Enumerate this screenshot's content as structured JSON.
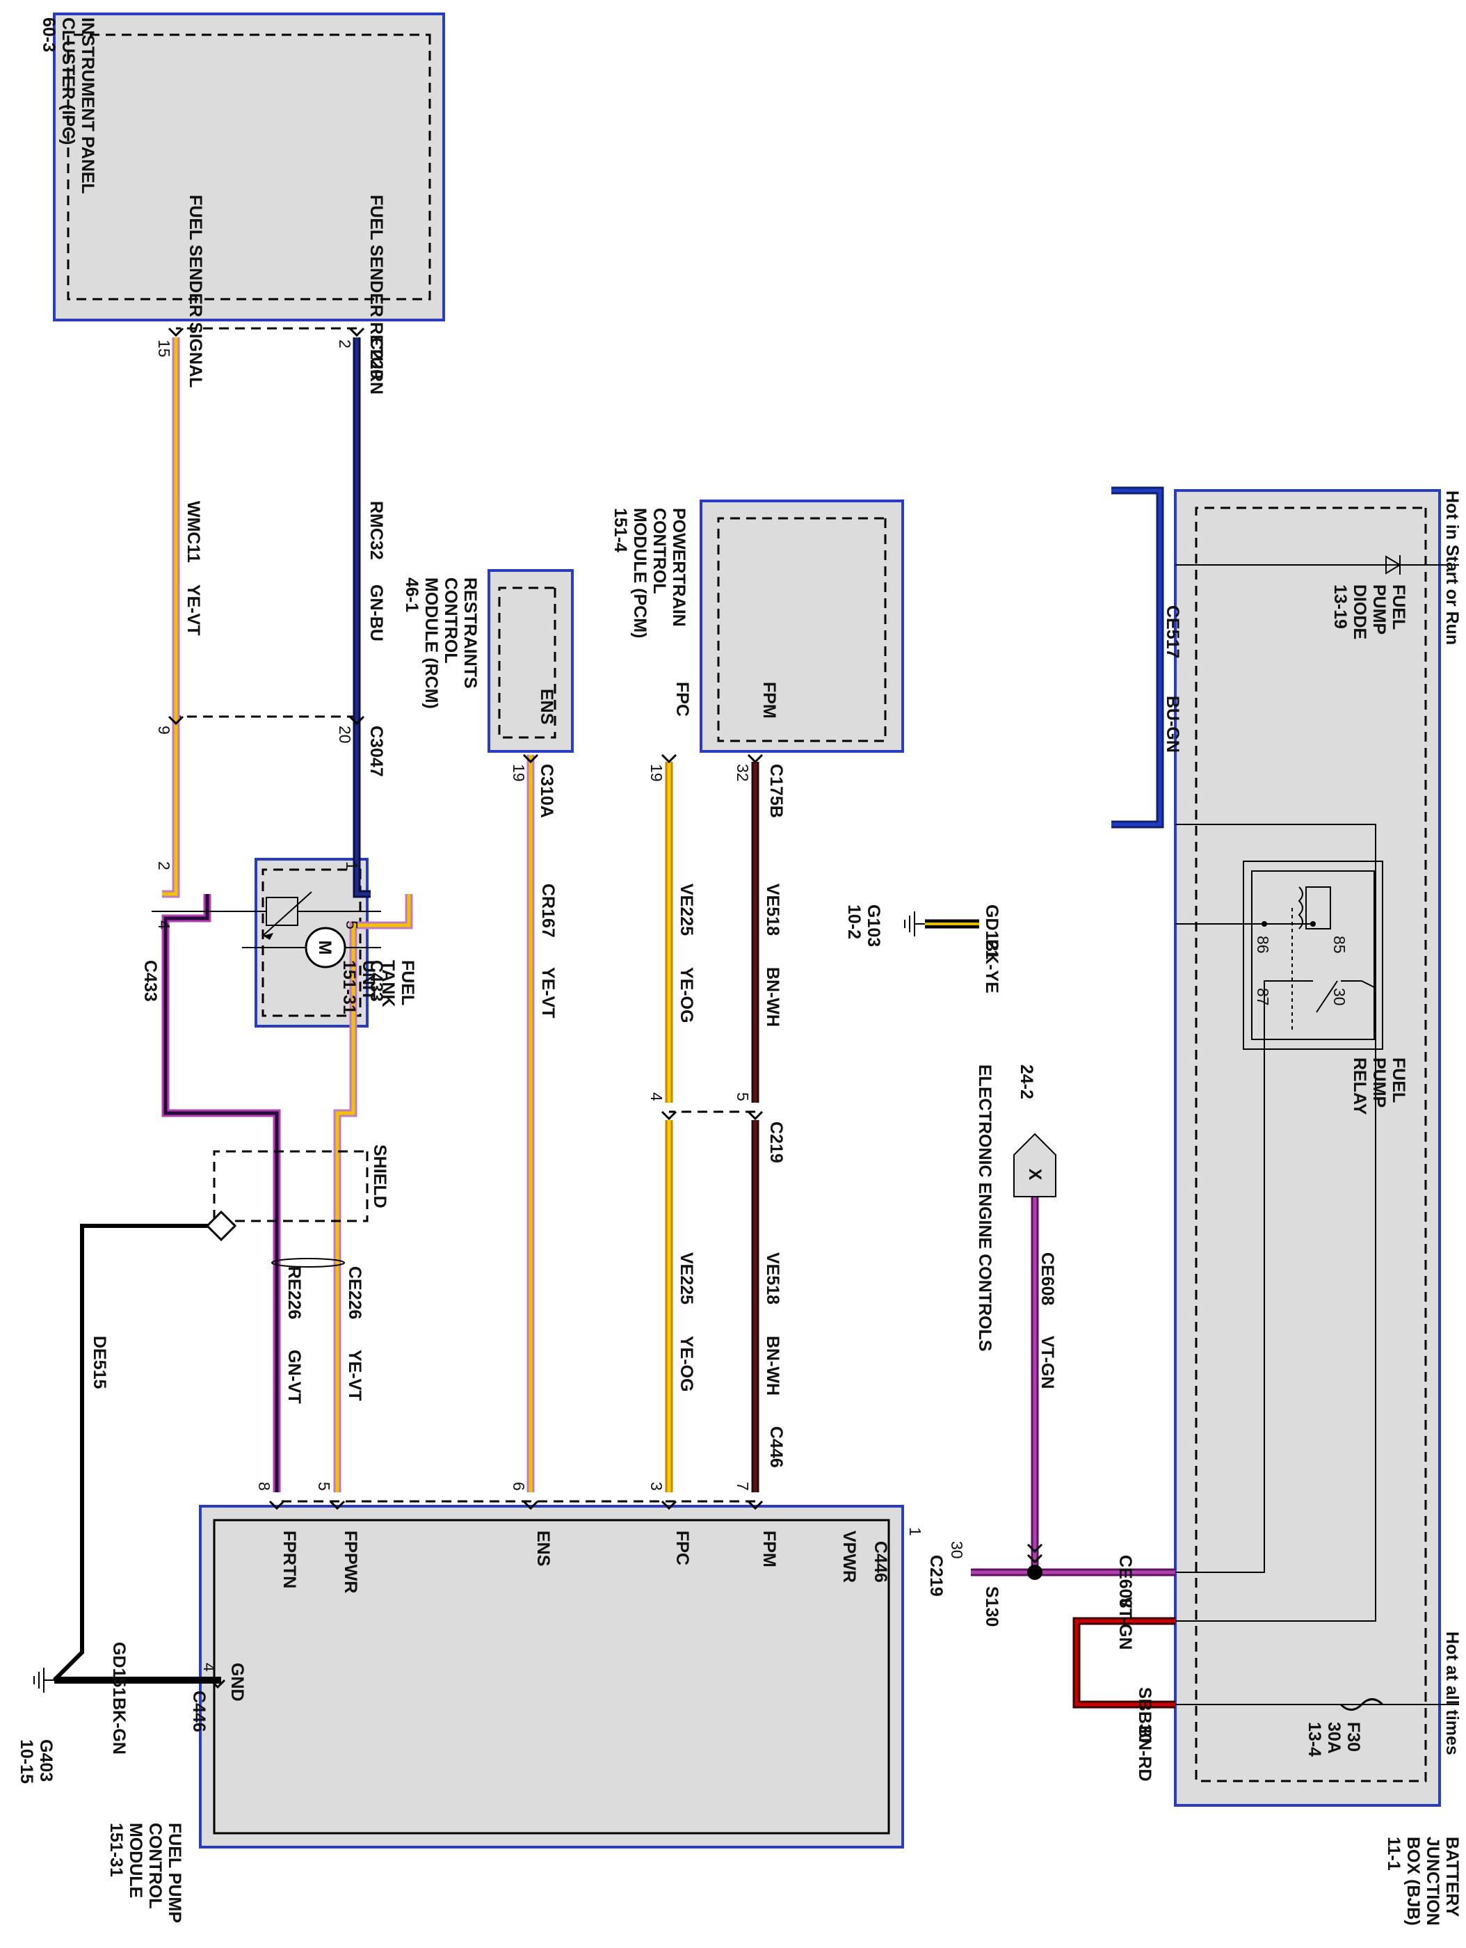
{
  "modules": {
    "ipc": {
      "lines": [
        "INSTRUMENT PANEL",
        "CLUSTER (IPC)",
        "60-3"
      ],
      "pins": [
        "FUEL SENDER RETURN",
        "FUEL SENDER SIGNAL"
      ]
    },
    "rcm": {
      "lines": [
        "RESTRAINTS",
        "CONTROL",
        "MODULE (RCM)",
        "46-1"
      ],
      "pin": "ENS"
    },
    "pcm": {
      "lines": [
        "POWERTRAIN",
        "CONTROL",
        "MODULE (PCM)",
        "151-4"
      ],
      "pins": [
        "FPM",
        "FPC"
      ]
    },
    "bjb": {
      "lines": [
        "BATTERY",
        "JUNCTION",
        "BOX (BJB)",
        "11-1"
      ],
      "hot_run": "Hot in Start or Run",
      "hot_all": "Hot at all times"
    },
    "fpcm": {
      "lines": [
        "FUEL PUMP",
        "CONTROL",
        "MODULE",
        "151-31"
      ],
      "pins": [
        "VPWR",
        "FPM",
        "FPC",
        "ENS",
        "FPPWR",
        "FPRTN",
        "GND"
      ]
    },
    "ftu": {
      "lines": [
        "FUEL",
        "TANK",
        "UNIT",
        "151-31"
      ],
      "motor": "M"
    }
  },
  "components": {
    "diode": [
      "FUEL",
      "PUMP",
      "DIODE",
      "13-19"
    ],
    "relay": [
      "FUEL",
      "PUMP",
      "RELAY"
    ],
    "relay_pins": [
      "85",
      "86",
      "87",
      "30"
    ],
    "fuse": [
      "F30",
      "30A",
      "13-4"
    ],
    "eec": {
      "symbol": "X",
      "ref": "24-2",
      "label": "ELECTRONIC ENGINE CONTROLS"
    },
    "shield": "SHIELD",
    "ground_g103": [
      "G103",
      "10-2"
    ],
    "ground_g403": [
      "G403",
      "10-15"
    ],
    "splice": "S130"
  },
  "connectors": {
    "c220": "C220",
    "c3047": "C3047",
    "c433_top": "C433",
    "c433_bot": "C433",
    "c310a": "C310A",
    "c175b": "C175B",
    "c219": "C219",
    "c446": "C446",
    "c446_vpwr": "C446",
    "c219_vpwr": "C219",
    "c446_gnd": "C446"
  },
  "pins": {
    "c220_fsr": "2",
    "c220_fss": "15",
    "c3047_rmc": "20",
    "c3047_wmc": "9",
    "c433_1": "1",
    "c433_2": "2",
    "c433_5": "5",
    "c433_4": "4",
    "c310a": "19",
    "c175b_fpm": "32",
    "c175b_fpc": "19",
    "c219_fpm": "5",
    "c219_fpc": "4",
    "c446_fpm": "7",
    "c446_fpc": "3",
    "c446_ens": "6",
    "c446_fppwr": "5",
    "c446_fprtn": "8",
    "c446_vpwr": "1",
    "c219_vpwr": "30",
    "c446_gnd": "4"
  },
  "wires": {
    "rmc32": {
      "circuit": "RMC32",
      "color": "GN-BU",
      "c1": "#1f2a8a",
      "c2": "#0a1040"
    },
    "wmc11": {
      "circuit": "WMC11",
      "color": "YE-VT",
      "c1": "#f5c000",
      "c2": "#c07cc0"
    },
    "cr167": {
      "circuit": "CR167",
      "color": "YE-VT",
      "c1": "#f5c000",
      "c2": "#c07cc0"
    },
    "ve518a": {
      "circuit": "VE518",
      "color": "BN-WH",
      "c1": "#5a1414",
      "c2": "#2a0808"
    },
    "ve225a": {
      "circuit": "VE225",
      "color": "YE-OG",
      "c1": "#f5d000",
      "c2": "#d08000"
    },
    "ve518b": {
      "circuit": "VE518",
      "color": "BN-WH",
      "c1": "#5a1414",
      "c2": "#2a0808"
    },
    "ve225b": {
      "circuit": "VE225",
      "color": "YE-OG",
      "c1": "#f5d000",
      "c2": "#d08000"
    },
    "ce226": {
      "circuit": "CE226",
      "color": "YE-VT",
      "c1": "#f5c000",
      "c2": "#c07cc0"
    },
    "re226": {
      "circuit": "RE226",
      "color": "GN-VT",
      "c1": "#2a0a3a",
      "c2": "#b040b0"
    },
    "de515": {
      "circuit": "DE515",
      "color": "",
      "c1": "#000000",
      "c2": "#000000"
    },
    "gd151": {
      "circuit": "GD151",
      "color": "BK-GN",
      "c1": "#000000",
      "c2": "#000000"
    },
    "gd121": {
      "circuit": "GD121",
      "color": "BK-YE",
      "c1": "#000000",
      "c2": "#e0c000"
    },
    "ce517": {
      "circuit": "CE517",
      "color": "BU-GN",
      "c1": "#1f3cc8",
      "c2": "#10206a"
    },
    "ce608a": {
      "circuit": "CE608",
      "color": "VT-GN",
      "c1": "#b040b0",
      "c2": "#601060"
    },
    "ce608b": {
      "circuit": "CE608",
      "color": "VT-GN",
      "c1": "#b040b0",
      "c2": "#601060"
    },
    "sbb30": {
      "circuit": "SBB30",
      "color": "BN-RD",
      "c1": "#cc0000",
      "c2": "#3a0000"
    }
  }
}
